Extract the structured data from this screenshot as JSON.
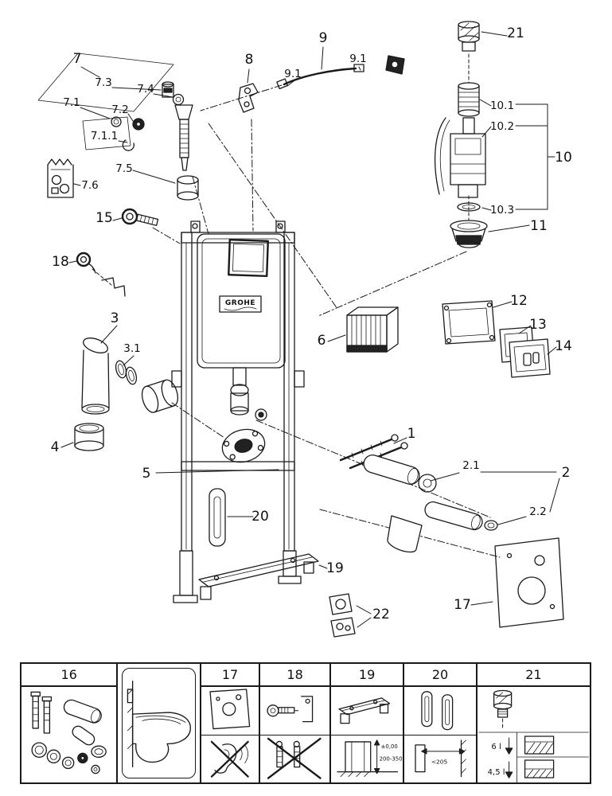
{
  "brand": "GROHE",
  "labels": {
    "p1": "1",
    "p2": "2",
    "p2_1": "2.1",
    "p2_2": "2.2",
    "p3": "3",
    "p3_1": "3.1",
    "p4": "4",
    "p5": "5",
    "p6": "6",
    "p7": "7",
    "p7_1": "7.1",
    "p7_1_1": "7.1.1",
    "p7_2": "7.2",
    "p7_3": "7.3",
    "p7_4": "7.4",
    "p7_5": "7.5",
    "p7_6": "7.6",
    "p8": "8",
    "p9": "9",
    "p9_1": "9.1",
    "p10": "10",
    "p10_1": "10.1",
    "p10_2": "10.2",
    "p10_3": "10.3",
    "p11": "11",
    "p12": "12",
    "p13": "13",
    "p14": "14",
    "p15": "15",
    "p17": "17",
    "p18": "18",
    "p19": "19",
    "p20": "20",
    "p21": "21",
    "p22": "22"
  },
  "legend": {
    "col16": "16",
    "col17": "17",
    "col18": "18",
    "col19": "19",
    "col20": "20",
    "col21": "21",
    "floor_level": "±0,00",
    "height_range": "200-350",
    "depth_max": "<205",
    "flush_full": "6 l",
    "flush_eco": "4,5 l"
  }
}
